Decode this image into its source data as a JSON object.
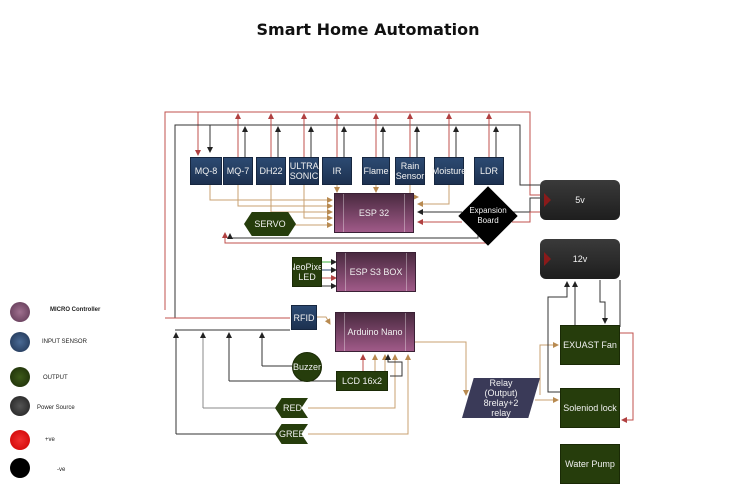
{
  "title": "Smart Home Automation",
  "sensors": [
    "MQ-8",
    "MQ-7",
    "DH22",
    "ULTRA SONIC",
    "IR",
    "Flame",
    "Rain Sensor",
    "Moisture",
    "LDR"
  ],
  "controllers": {
    "esp32": "ESP 32",
    "esp_s3_box": "ESP S3 BOX",
    "arduino_nano": "Arduino Nano"
  },
  "expansion_board": "Expansion Board",
  "outputs": {
    "servo": "SERVO",
    "neopixel": "NeoPixel LED",
    "buzzer": "Buzzer",
    "lcd": "LCD 16x2",
    "red_led": "RED",
    "green_led": "GREEN",
    "exhaust_fan": "EXUAST Fan",
    "solenoid_lock": "Soleniod lock",
    "water_pump": "Water Pump"
  },
  "rfid": "RFID",
  "relay": "Relay (Output) 8relay+2 relay",
  "power": {
    "v5": "5v",
    "v12": "12v"
  },
  "legend": [
    {
      "label": "MICRO Controller",
      "color": "#7a4a6a"
    },
    {
      "label": "INPUT SENSOR",
      "color": "#2c4a72"
    },
    {
      "label": "OUTPUT",
      "color": "#263d0c"
    },
    {
      "label": "Power Source",
      "color": "#333333"
    },
    {
      "label": "+ve",
      "color": "#cc1111"
    },
    {
      "label": "-ve",
      "color": "#111111"
    }
  ],
  "colors": {
    "positive": "#c0504d",
    "negative": "#222222",
    "signal": "#c8a070"
  }
}
